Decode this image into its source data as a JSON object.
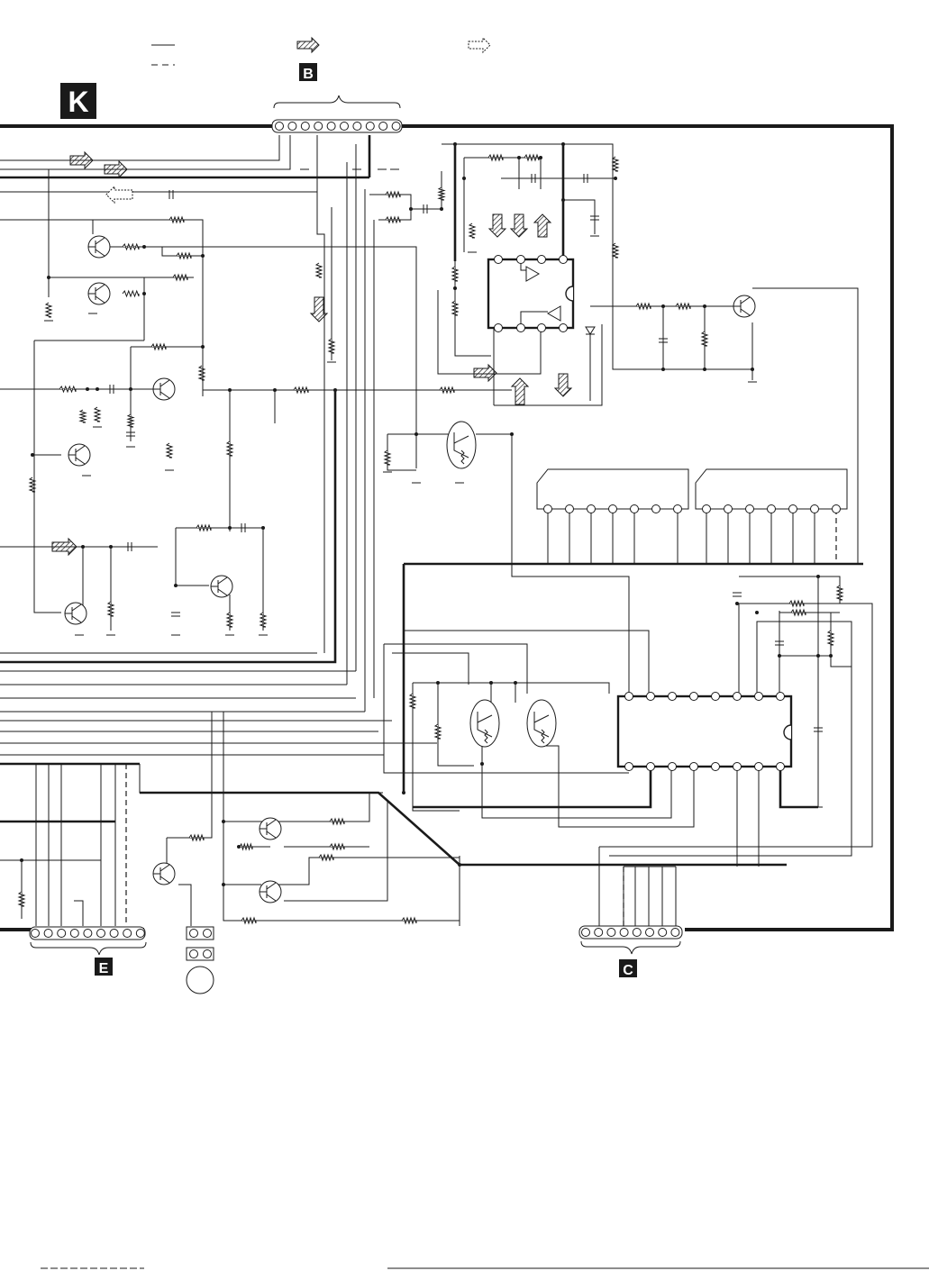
{
  "section_tags": {
    "main": "K",
    "top_connector": "B",
    "left_connector": "E",
    "right_connector": "C"
  },
  "colors": {
    "ink": "#1a1a1a",
    "paper": "#ffffff",
    "tag_fill": "#1a1a1a",
    "tag_text": "#ffffff",
    "hatch": "#1a1a1a"
  },
  "legend": {
    "items": [
      "solid-line",
      "dashed-line",
      "hatched-arrow",
      "dotted-arrow"
    ]
  },
  "connectors": {
    "top_pins": 10,
    "left_pins": 9,
    "right_pins": 8,
    "motor_pins": 2
  }
}
